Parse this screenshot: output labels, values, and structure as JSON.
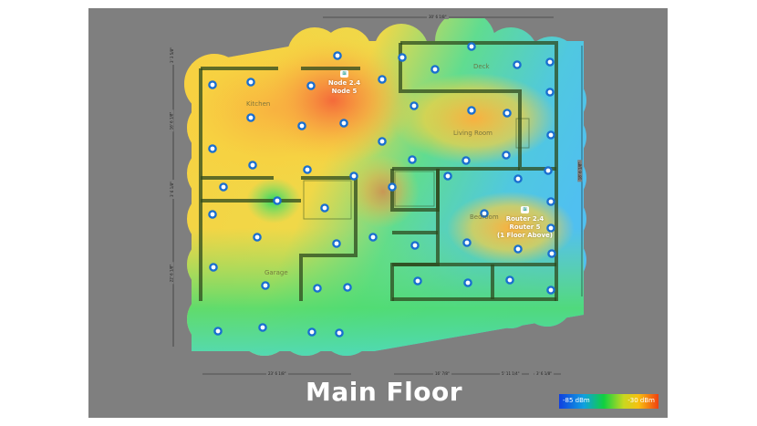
{
  "floor_title": "Main Floor",
  "rooms": {
    "kitchen": "Kitchen",
    "living_room": "Living Room",
    "deck": "Deck",
    "bedroom": "Bedroom",
    "garage": "Garage"
  },
  "access_points": [
    {
      "icon": "wifi-icon",
      "line1": "Node 2.4",
      "line2": "Node 5",
      "line3": ""
    },
    {
      "icon": "wifi-icon",
      "line1": "Router 2.4",
      "line2": "Router 5",
      "line3": "(1 Floor Above)"
    }
  ],
  "dimensions": {
    "top": "30' 6 1/8\"",
    "bottom_left": "23' 6 1/8\"",
    "bottom_mid": "16' 7/8\"",
    "bottom_right1": "5' 11 1/4\"",
    "bottom_right2": "3' 6 1/8\"",
    "left_1": "3' 3 5/8\"",
    "left_2": "16' 6 1/8\"",
    "left_3": "3' 6 1/8\"",
    "left_4": "22' 6 1/8\"",
    "right": "18' 6 1/8\""
  },
  "legend": {
    "min_label": "-85 dBm",
    "max_label": "-30 dBm",
    "min_color": "#1040e0",
    "max_color": "#f04010"
  },
  "colors": {
    "background": "#7f7f7f",
    "marker": "#1a6fd0",
    "wall": "#2e4a1e"
  }
}
